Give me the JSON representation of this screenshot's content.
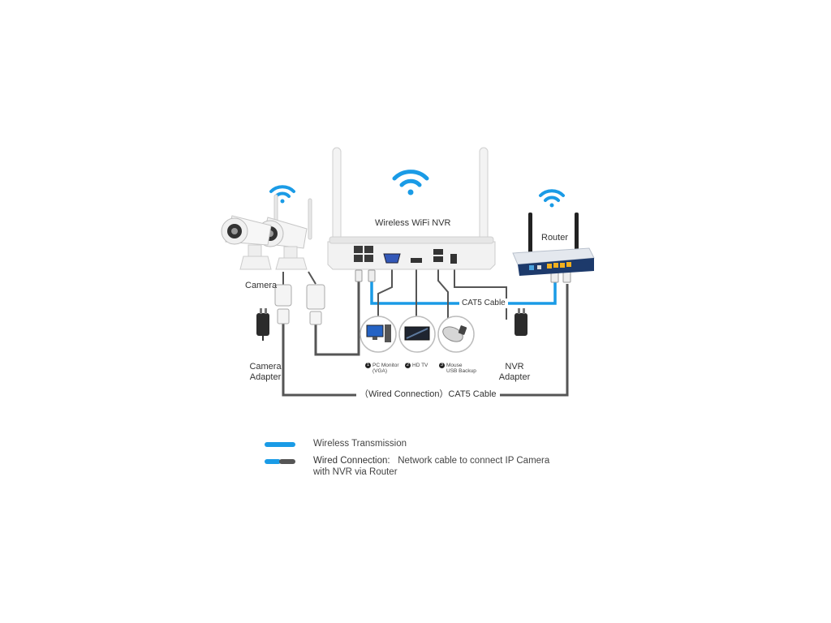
{
  "labels": {
    "nvr": "Wireless WiFi NVR",
    "router": "Router",
    "camera": "Camera",
    "camera_adapter_1": "Camera",
    "camera_adapter_2": "Adapter",
    "nvr_adapter_1": "NVR",
    "nvr_adapter_2": "Adapter",
    "cat5_cable": "CAT5 Cable",
    "wired_connection_cable": "（Wired Connection）CAT5 Cable",
    "peripheral_1_num": "1",
    "peripheral_1_a": "PC Monitor",
    "peripheral_1_b": "(VGA)",
    "peripheral_2_num": "2",
    "peripheral_2_a": "HD TV",
    "peripheral_3_num": "3",
    "peripheral_3_a": "Mouse",
    "peripheral_3_b": "USB Backup"
  },
  "legend": {
    "wireless_label": "Wireless Transmission",
    "wired_key": "Wired Connection:",
    "wired_desc_1": "Network cable to connect IP Camera",
    "wired_desc_2": "with NVR via Router"
  },
  "colors": {
    "wireless_blue": "#1a9be6",
    "cable_dark": "#555555",
    "device_white": "#f2f2f2",
    "router_blue": "#1d3a6b"
  },
  "icons": [
    "wifi-icon",
    "camera-icon",
    "nvr-icon",
    "router-icon",
    "power-adapter-icon",
    "pc-monitor-icon",
    "hd-tv-icon",
    "mouse-icon"
  ]
}
